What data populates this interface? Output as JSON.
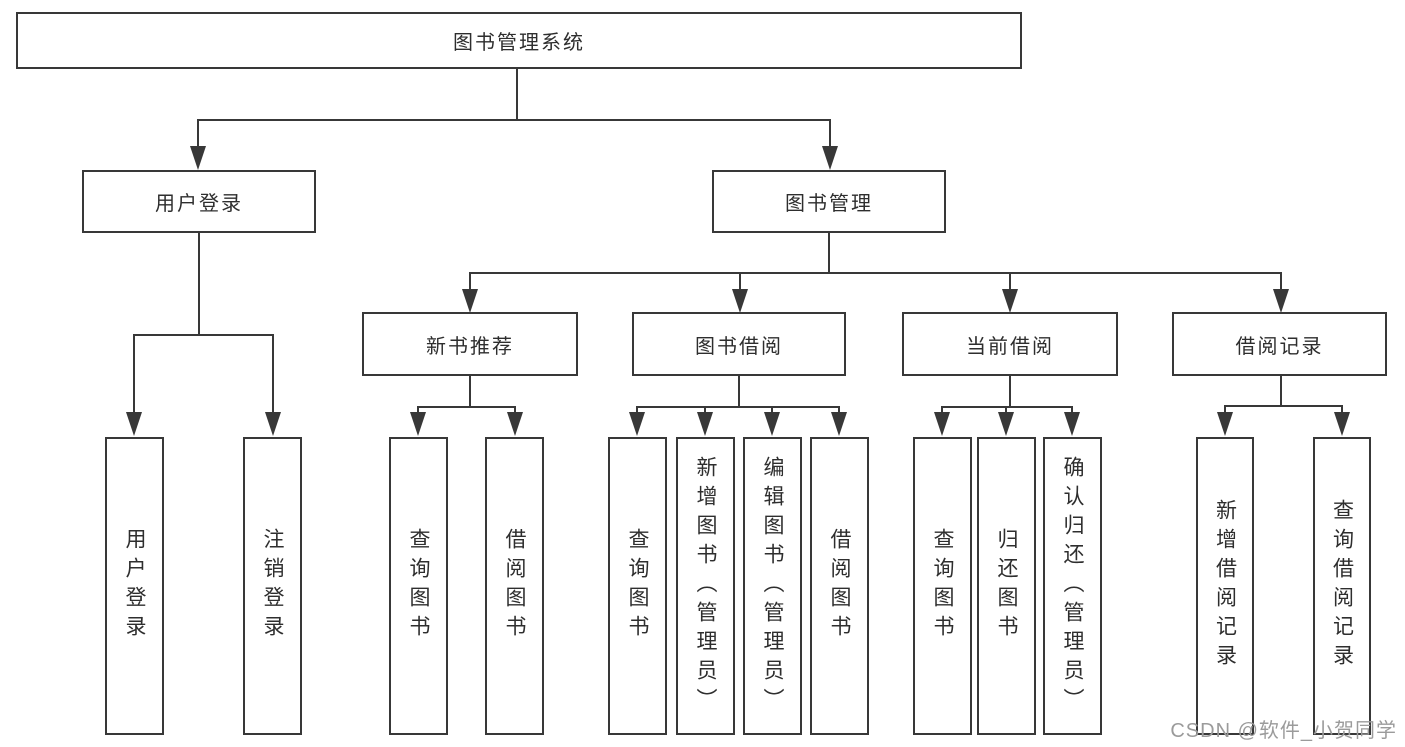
{
  "colors": {
    "line": "#383838",
    "text": "#2e2e2e",
    "watermark": "#9b9b9b",
    "background": "#ffffff"
  },
  "diagram": {
    "root": {
      "label": "图书管理系统"
    },
    "branches": [
      {
        "label": "用户登录",
        "children": [
          {
            "label": "用户登录"
          },
          {
            "label": "注销登录"
          }
        ]
      },
      {
        "label": "图书管理",
        "children": [
          {
            "label": "新书推荐",
            "children": [
              {
                "label": "查询图书"
              },
              {
                "label": "借阅图书"
              }
            ]
          },
          {
            "label": "图书借阅",
            "children": [
              {
                "label": "查询图书"
              },
              {
                "label": "新增图书（管理员）"
              },
              {
                "label": "编辑图书（管理员）"
              },
              {
                "label": "借阅图书"
              }
            ]
          },
          {
            "label": "当前借阅",
            "children": [
              {
                "label": "查询图书"
              },
              {
                "label": "归还图书"
              },
              {
                "label": "确认归还（管理员）"
              }
            ]
          },
          {
            "label": "借阅记录",
            "children": [
              {
                "label": "新增借阅记录"
              },
              {
                "label": "查询借阅记录"
              }
            ]
          }
        ]
      }
    ]
  },
  "watermark": {
    "text": "CSDN @软件_小贺同学"
  }
}
